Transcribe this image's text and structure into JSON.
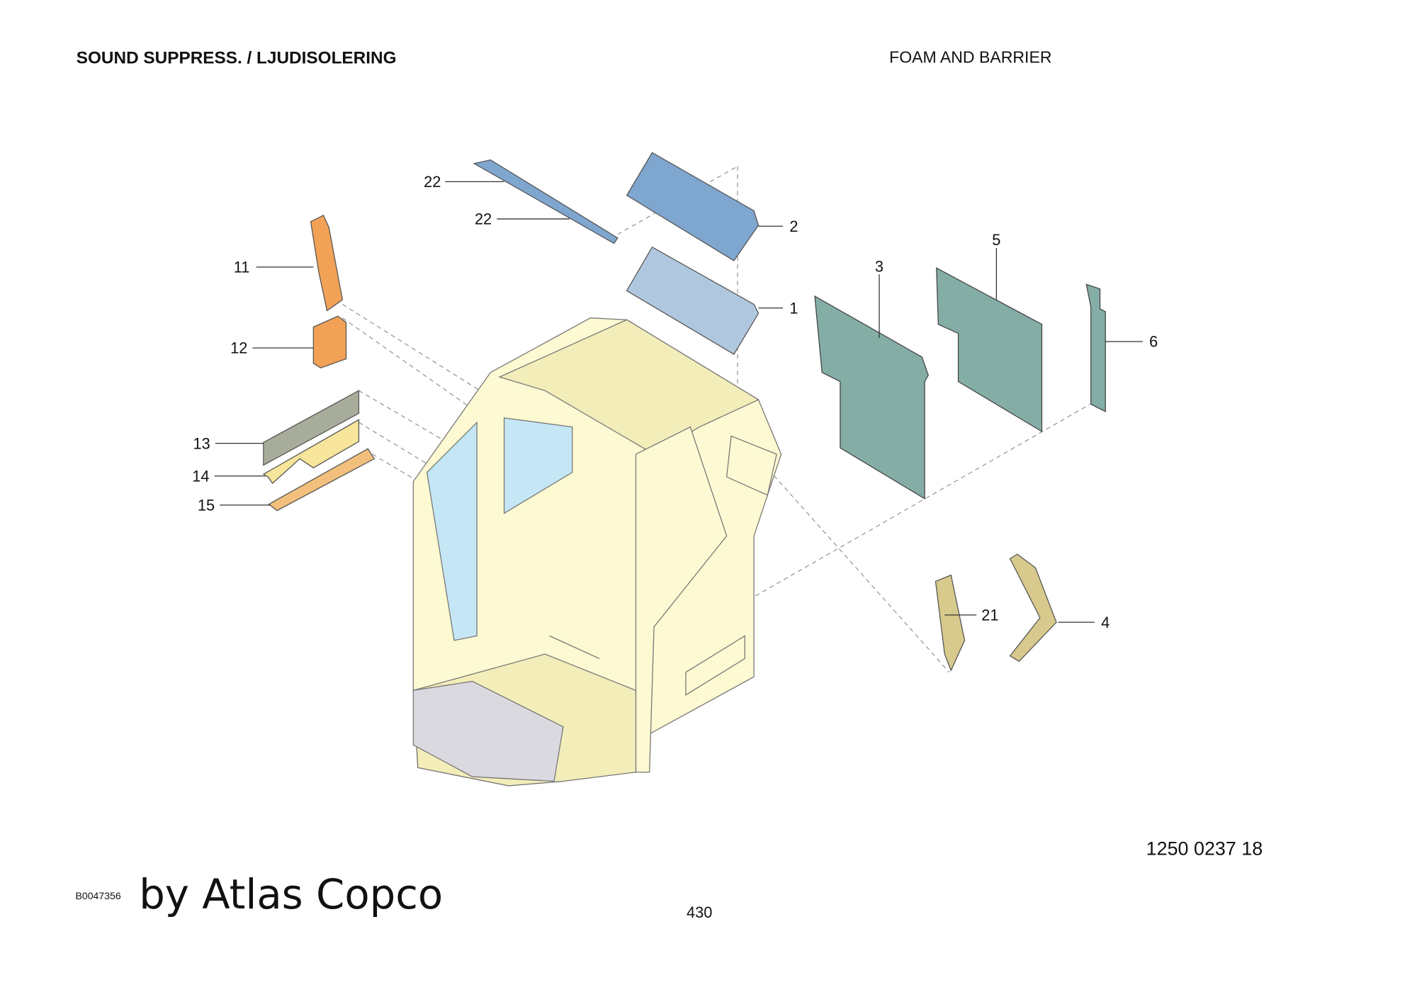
{
  "header": {
    "title": "SOUND SUPPRESS. / LJUDISOLERING",
    "subtitle": "FOAM AND BARRIER"
  },
  "callouts": {
    "c1": "1",
    "c2": "2",
    "c3": "3",
    "c4": "4",
    "c5": "5",
    "c6": "6",
    "c11": "11",
    "c12": "12",
    "c13": "13",
    "c14": "14",
    "c15": "15",
    "c21": "21",
    "c22a": "22",
    "c22b": "22"
  },
  "footer": {
    "part_number": "1250 0237 18",
    "image_id": "B0047356",
    "watermark": "by Atlas Copco",
    "page_number": "430"
  },
  "colors": {
    "blue_dark": "#7fa6cf",
    "blue_light": "#b0c8df",
    "green": "#84ada6",
    "orange": "#f2a256",
    "tan": "#d8c98c",
    "cab": "#fdf9d2",
    "glass": "#c5e6f5"
  }
}
